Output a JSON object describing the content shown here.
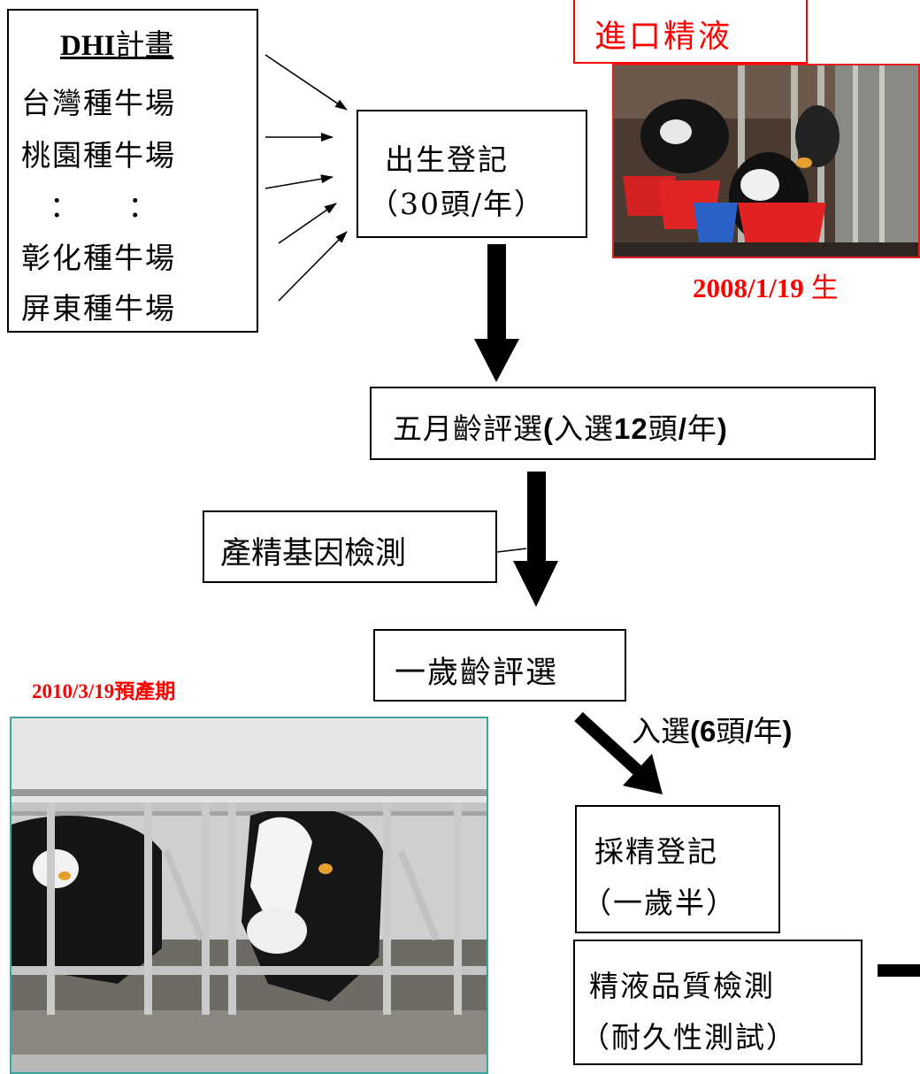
{
  "farms": {
    "title_prefix": "DHI",
    "title_suffix": "計畫",
    "lines": [
      "台灣種牛場",
      "桃園種牛場",
      "：　　：",
      "彰化種牛場",
      "屏東種牛場"
    ]
  },
  "import_semen": {
    "label": "進口精液"
  },
  "birth_register": {
    "line1": "出生登記",
    "line2": "（30頭/年）"
  },
  "photo_top": {
    "caption_date": "2008/1/19",
    "caption_suffix": "生"
  },
  "five_month": {
    "label_a": "五月齡評選",
    "label_b": "(",
    "label_c": "入選",
    "label_d": "12",
    "label_e": "頭",
    "label_f": "/",
    "label_g": "年",
    "label_h": ")"
  },
  "gene_test": {
    "label": "產精基因檢測"
  },
  "one_year": {
    "label": "一歲齡評選"
  },
  "selected": {
    "label_a": "入選",
    "label_b": "(6",
    "label_c": "頭",
    "label_d": "/",
    "label_e": "年",
    "label_f": ")"
  },
  "photo_bottom": {
    "caption_date": "2010/3/19",
    "caption_suffix": "預產期"
  },
  "semen_collect": {
    "line1": "採精登記",
    "line2": "（一歲半）"
  },
  "semen_quality": {
    "line1": "精液品質檢測",
    "line2": "（耐久性測試）"
  },
  "colors": {
    "accent": "#ff0000",
    "photo_border": "#3aa6a0"
  }
}
